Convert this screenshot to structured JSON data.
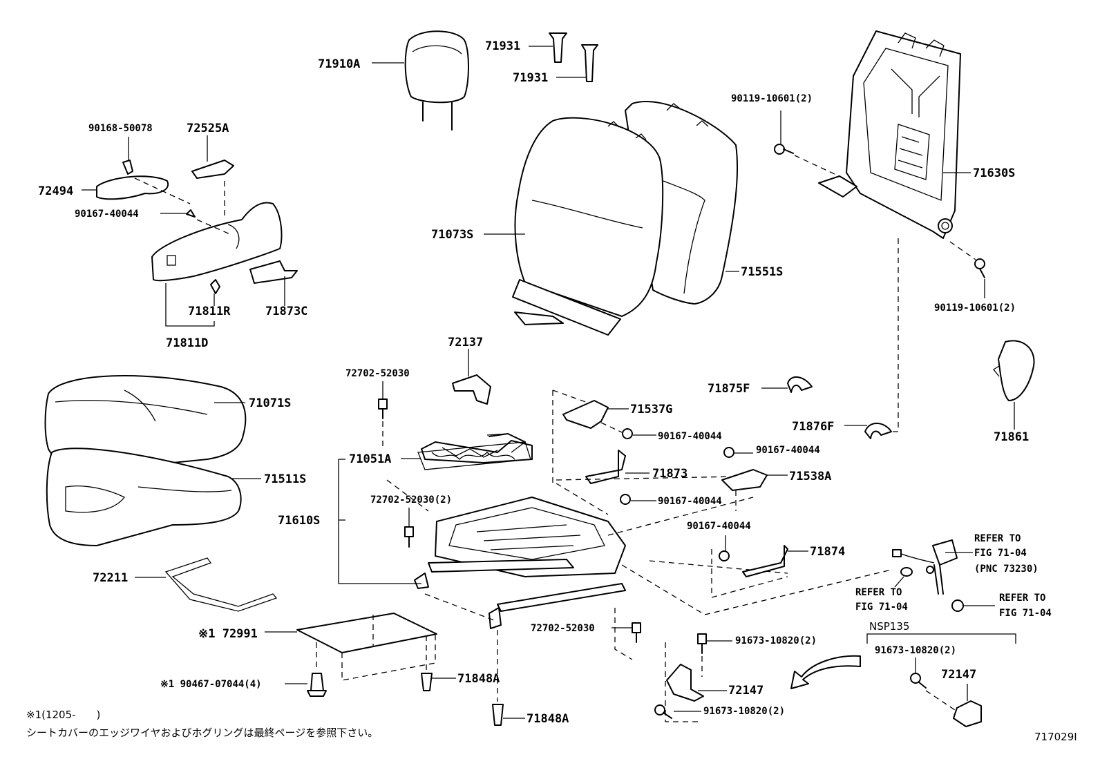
{
  "labels": {
    "l_71910A": "71910A",
    "l_71931_a": "71931",
    "l_71931_b": "71931",
    "l_90168": "90168-50078",
    "l_72525A": "72525A",
    "l_72494": "72494",
    "l_90167_a": "90167-40044",
    "l_71811R": "71811R",
    "l_71873C": "71873C",
    "l_71811D": "71811D",
    "l_71073S": "71073S",
    "l_71551S": "71551S",
    "l_90119_a": "90119-10601(2)",
    "l_71630S": "71630S",
    "l_90119_b": "90119-10601(2)",
    "l_71071S": "71071S",
    "l_71511S": "71511S",
    "l_72211": "72211",
    "l_72137": "72137",
    "l_72702_a": "72702-52030",
    "l_71051A": "71051A",
    "l_72702_b": "72702-52030(2)",
    "l_71610S": "71610S",
    "l_71537G": "71537G",
    "l_90167_b": "90167-40044",
    "l_71875F": "71875F",
    "l_71876F": "71876F",
    "l_71861": "71861",
    "l_90167_c": "90167-40044",
    "l_71873": "71873",
    "l_71538A": "71538A",
    "l_90167_d": "90167-40044",
    "l_90167_e": "90167-40044",
    "l_71874": "71874",
    "l_refer1_a": "REFER TO",
    "l_refer1_b": "FIG 71-04",
    "l_refer1_c": "(PNC 73230)",
    "l_refer2_a": "REFER TO",
    "l_refer2_b": "FIG 71-04",
    "l_refer3_a": "REFER TO",
    "l_refer3_b": "FIG 71-04",
    "l_72991": "※1 72991",
    "l_72702_c": "72702-52030",
    "l_91673_a": "91673-10820(2)",
    "l_nsp135": "NSP135",
    "l_91673_b": "91673-10820(2)",
    "l_72147_a": "72147",
    "l_72147_b": "72147",
    "l_91673_c": "91673-10820(2)",
    "l_90467": "※1 90467-07044(4)",
    "l_71848A_a": "71848A",
    "l_71848A_b": "71848A",
    "l_note1": "※1(1205-　　)",
    "l_note2": "シートカバーのエッジワイヤおよびホグリングは最終ページを参照下さい。",
    "l_figno": "717029I"
  }
}
